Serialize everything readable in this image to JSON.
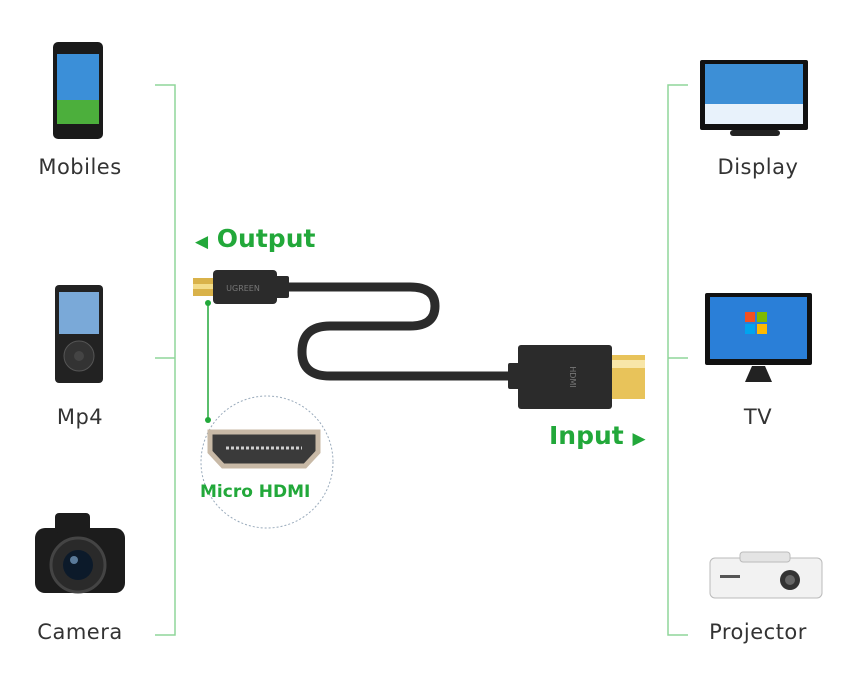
{
  "sources": [
    {
      "label": "Mobiles",
      "icon": "smartphone-icon"
    },
    {
      "label": "Mp4",
      "icon": "mp4-player-icon"
    },
    {
      "label": "Camera",
      "icon": "camera-icon"
    }
  ],
  "destinations": [
    {
      "label": "Display",
      "icon": "monitor-icon"
    },
    {
      "label": "TV",
      "icon": "tv-icon"
    },
    {
      "label": "Projector",
      "icon": "projector-icon"
    }
  ],
  "cable": {
    "output_label": "Output",
    "input_label": "Input",
    "port_label": "Micro HDMI",
    "micro_plug_brand": "UGREEN",
    "hdmi_plug_brand": "HDMI"
  },
  "colors": {
    "accent": "#22a83a",
    "bracket": "#8fd69a",
    "cable": "#2b2b2b",
    "gold": "#e8c35a"
  }
}
